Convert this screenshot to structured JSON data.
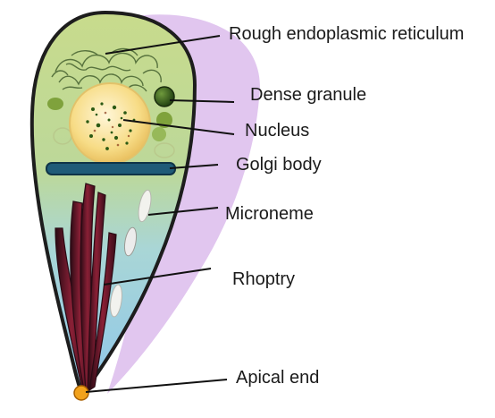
{
  "labels": {
    "rer": "Rough endoplasmic reticulum",
    "dense_granule": "Dense granule",
    "nucleus": "Nucleus",
    "golgi": "Golgi body",
    "microneme": "Microneme",
    "rhoptry": "Rhoptry",
    "apical_end": "Apical end"
  },
  "colors": {
    "cell_top": "#c9dc8e",
    "cell_bottom": "#9fd0ec",
    "membrane": "#1d1d1d",
    "nucleus_fill": "#f7dc86",
    "golgi": "#1f5b78",
    "rhoptry": "#6e1a2d",
    "shadow": "#d9b8ea",
    "apical": "#f2a21c"
  }
}
